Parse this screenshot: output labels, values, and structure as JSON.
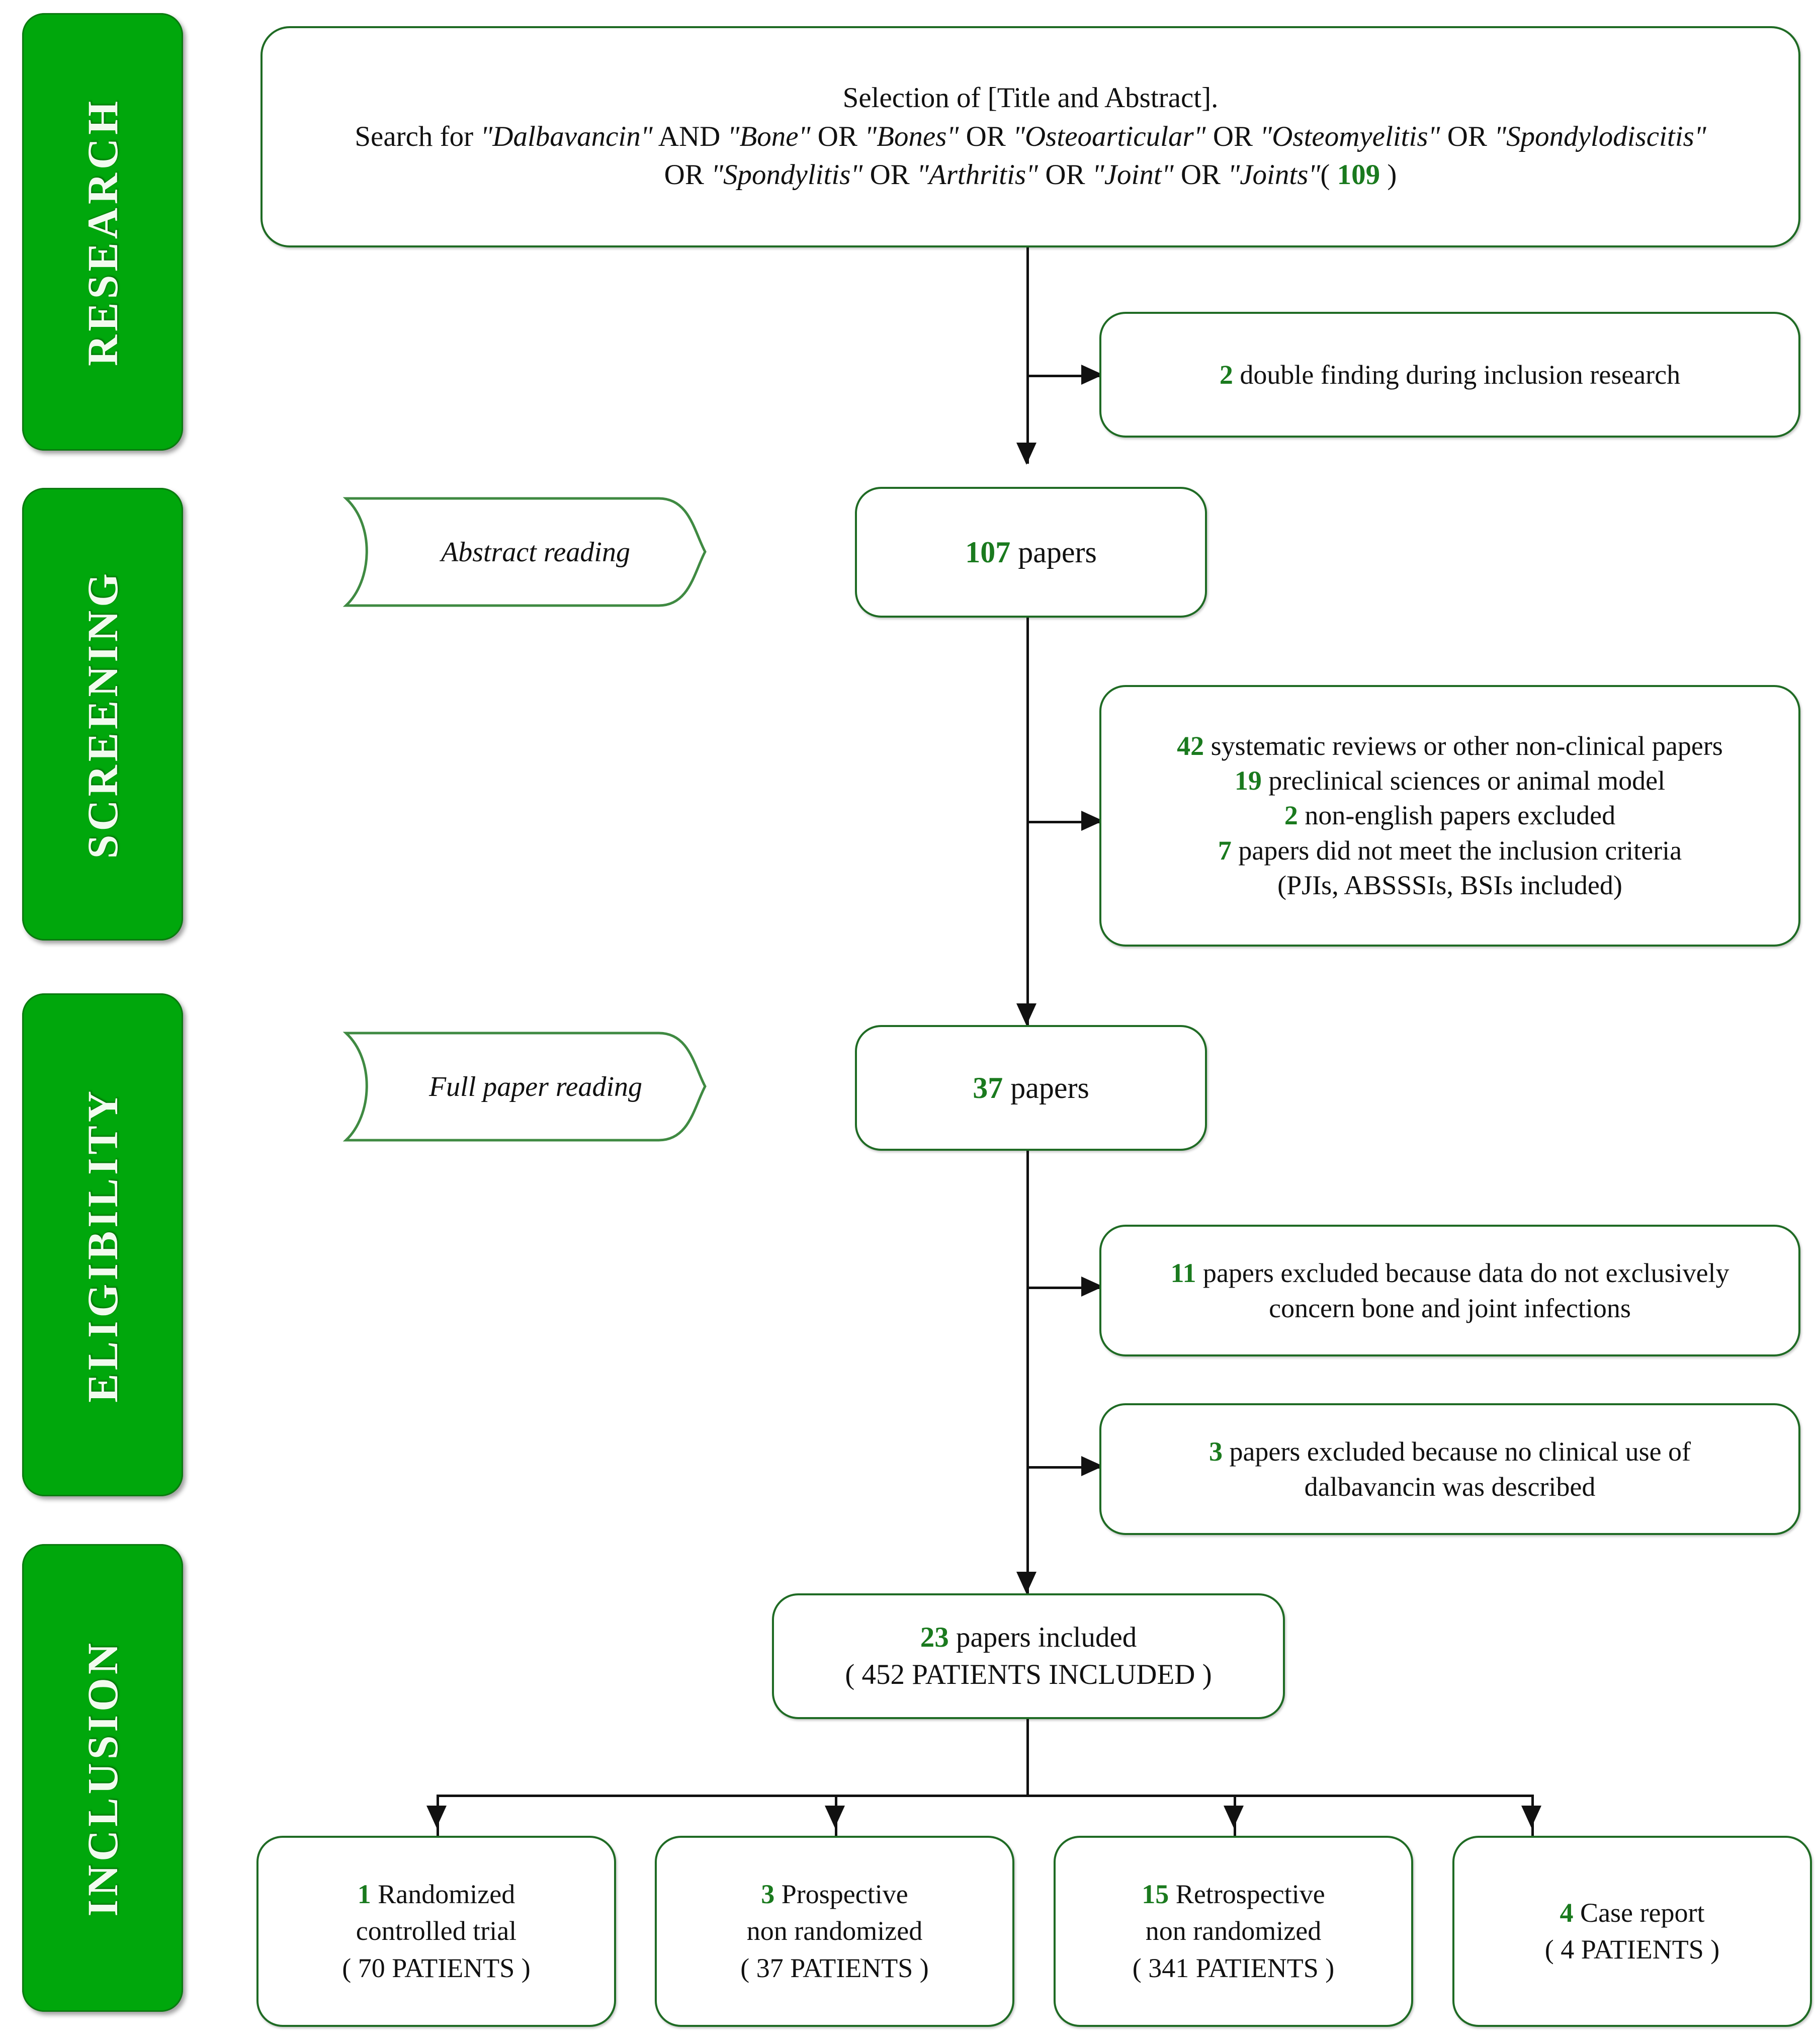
{
  "diagram": {
    "title": "PRISMA flow diagram of paper selection",
    "accent_green": "#1a7a1e",
    "stage_green": "#00a70c",
    "border_green": "#1f6b24"
  },
  "stages": [
    {
      "label": "RESEARCH"
    },
    {
      "label": "SCREENING"
    },
    {
      "label": "ELIGIBILITY"
    },
    {
      "label": "INCLUSION"
    }
  ],
  "search_box": {
    "line1": "Selection of [Title and Abstract].",
    "line2_prefix": "Search for ",
    "terms_line2": [
      {
        "text": "\"Dalbavancin\"",
        "italic": true
      },
      {
        "text": " AND ",
        "italic": false
      },
      {
        "text": "\"Bone\"",
        "italic": true
      },
      {
        "text": " OR ",
        "italic": false
      },
      {
        "text": "\"Bones\"",
        "italic": true
      },
      {
        "text": " OR ",
        "italic": false
      },
      {
        "text": "\"Osteoarticular\"",
        "italic": true
      },
      {
        "text": " OR ",
        "italic": false
      },
      {
        "text": "\"Osteomyelitis\"",
        "italic": true
      },
      {
        "text": " OR ",
        "italic": false
      },
      {
        "text": "\"Spondylodiscitis\"",
        "italic": true
      }
    ],
    "terms_line3": [
      {
        "text": "OR ",
        "italic": false
      },
      {
        "text": "\"Spondylitis\"",
        "italic": true
      },
      {
        "text": " OR ",
        "italic": false
      },
      {
        "text": "\"Arthritis\"",
        "italic": true
      },
      {
        "text": " OR ",
        "italic": false
      },
      {
        "text": "\"Joint\"",
        "italic": true
      },
      {
        "text": " OR ",
        "italic": false
      },
      {
        "text": "\"Joints\"",
        "italic": true
      }
    ],
    "count_open": "( ",
    "count": "109",
    "count_close": " )"
  },
  "pennants": [
    {
      "label": "Abstract reading"
    },
    {
      "label": "Full paper reading"
    }
  ],
  "nodes": {
    "duplicates": {
      "count": "2",
      "text": "double finding during inclusion research"
    },
    "papers_107": {
      "count": "107",
      "text": "papers"
    },
    "screening_exclusions": {
      "rows": [
        {
          "count": "42",
          "text": "systematic reviews or other non-clinical papers"
        },
        {
          "count": "19",
          "text": "preclinical sciences or animal model"
        },
        {
          "count": "2",
          "text": "non-english papers excluded"
        },
        {
          "count": "7",
          "text": "papers did not meet the inclusion criteria"
        }
      ],
      "footnote": "(PJIs, ABSSSIs, BSIs included)"
    },
    "papers_37": {
      "count": "37",
      "text": "papers"
    },
    "eligibility_exclusion_1": {
      "count": "11",
      "line1": "papers excluded because data do not exclusively",
      "line2": "concern bone and joint infections"
    },
    "eligibility_exclusion_2": {
      "count": "3",
      "line1": "papers excluded because no clinical use of",
      "line2": "dalbavancin was described"
    },
    "included": {
      "count": "23",
      "text": "papers included",
      "patients": "( 452 PATIENTS INCLUDED  )"
    }
  },
  "study_types": [
    {
      "count": "1",
      "name_line1": "Randomized",
      "name_line2": "controlled trial",
      "patients": "( 70 PATIENTS )"
    },
    {
      "count": "3",
      "name_line1": "Prospective",
      "name_line2": "non randomized",
      "patients": "( 37 PATIENTS )"
    },
    {
      "count": "15",
      "name_line1": "Retrospective",
      "name_line2": "non randomized",
      "patients": "( 341 PATIENTS )"
    },
    {
      "count": "4",
      "name_line1": "Case report",
      "name_line2": "",
      "patients": "( 4 PATIENTS )"
    }
  ]
}
